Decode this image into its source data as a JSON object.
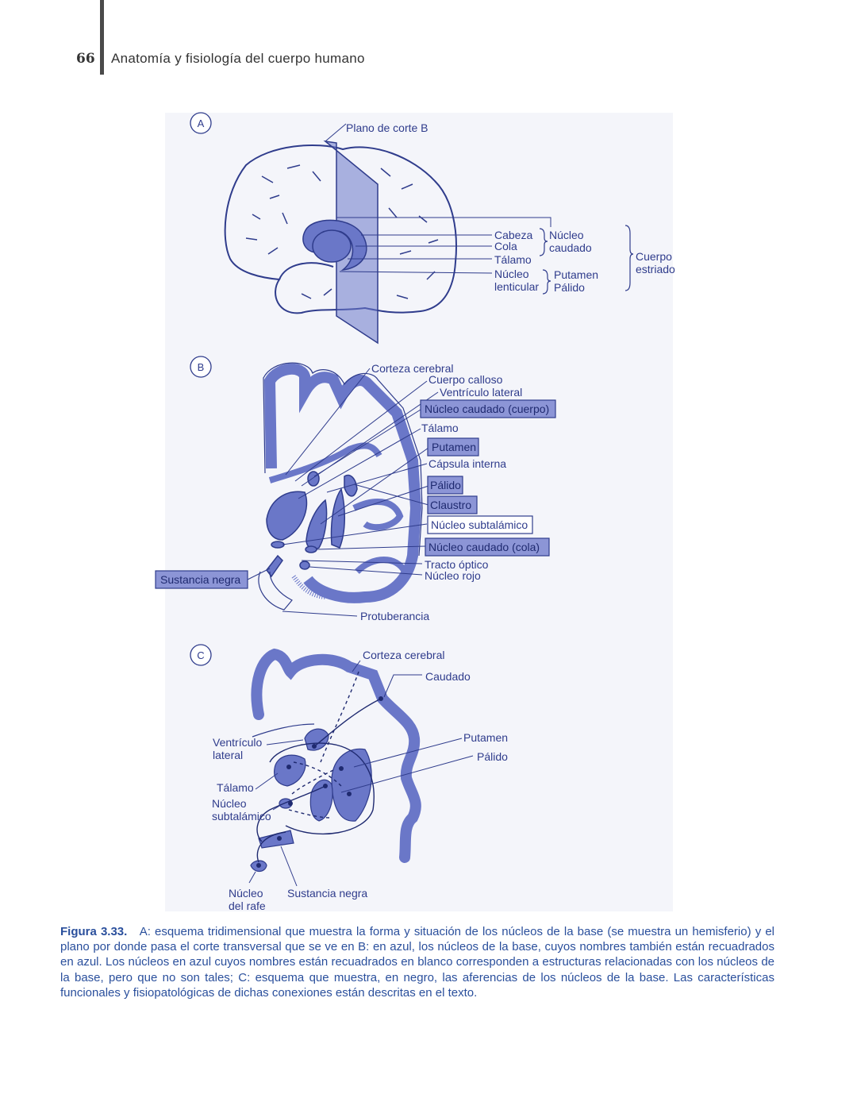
{
  "header": {
    "page_number": "66",
    "running_title": "Anatomía y fisiología del cuerpo humano"
  },
  "colors": {
    "structure_blue": "#6a77c8",
    "line_blue": "#2f3c8c",
    "box_fill": "#8c95d6",
    "panel_bg": "#f4f5fa",
    "caption_blue": "#2a4f9c"
  },
  "panel_a": {
    "marker": "A",
    "plane_label": "Plano de corte B",
    "labels": {
      "cabeza": "Cabeza",
      "cola": "Cola",
      "talamo": "Tálamo",
      "nucleo": "Núcleo",
      "lenticular": "lenticular",
      "nucleo_caudado_1": "Núcleo",
      "nucleo_caudado_2": "caudado",
      "putamen": "Putamen",
      "palido": "Pálido",
      "cuerpo": "Cuerpo",
      "estriado": "estriado"
    }
  },
  "panel_b": {
    "marker": "B",
    "labels": {
      "corteza": "Corteza cerebral",
      "cuerpo_calloso": "Cuerpo calloso",
      "ventriculo": "Ventrículo lateral",
      "nucleo_caudado_cuerpo": "Núcleo caudado (cuerpo)",
      "talamo": "Tálamo",
      "putamen": "Putamen",
      "capsula": "Cápsula interna",
      "palido": "Pálido",
      "claustro": "Claustro",
      "subtalamico": "Núcleo subtalámico",
      "caudado_cola": "Núcleo caudado (cola)",
      "tracto": "Tracto óptico",
      "rojo": "Núcleo rojo",
      "sustancia_negra": "Sustancia negra",
      "protuberancia": "Protuberancia"
    }
  },
  "panel_c": {
    "marker": "C",
    "labels": {
      "corteza": "Corteza cerebral",
      "caudado": "Caudado",
      "ventriculo_1": "Ventrículo",
      "ventriculo_2": "lateral",
      "putamen": "Putamen",
      "palido": "Pálido",
      "talamo": "Tálamo",
      "subtalamico_1": "Núcleo",
      "subtalamico_2": "subtalámico",
      "rafe_1": "Núcleo",
      "rafe_2": "del rafe",
      "sustancia_negra": "Sustancia negra"
    }
  },
  "caption": {
    "label": "Figura 3.33.",
    "text": "A: esquema tridimensional que muestra la forma y situación de los núcleos de la base (se muestra un hemisferio) y el plano por donde pasa el corte transversal que se ve en B: en azul, los núcleos de la base, cuyos nombres también están recuadrados en azul. Los núcleos en azul cuyos nombres están recuadrados en blanco corresponden a estructuras relacionadas con los núcleos de la base, pero que no son tales; C: esquema que muestra, en negro, las aferencias de los núcleos de la base. Las características funcionales y fisiopatológicas de dichas conexiones están descritas en el texto."
  }
}
